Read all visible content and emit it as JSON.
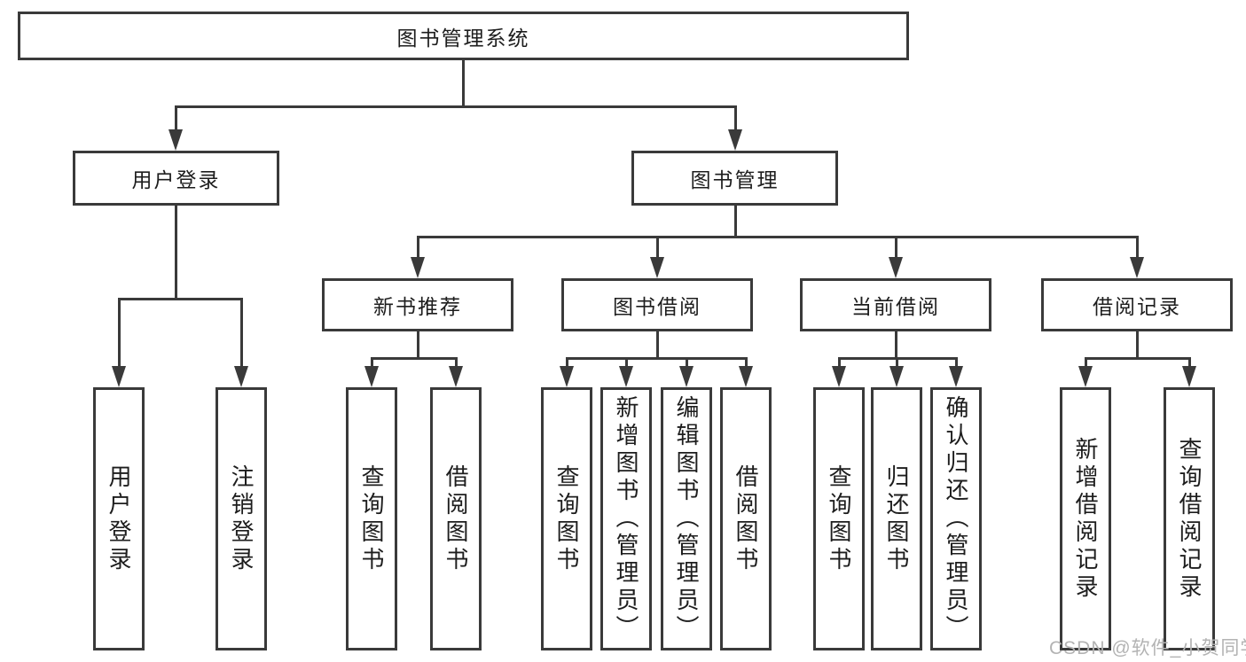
{
  "diagram": {
    "root": {
      "label": "图书管理系统"
    },
    "level2": [
      {
        "id": "user-login",
        "label": "用户登录"
      },
      {
        "id": "book-management",
        "label": "图书管理"
      }
    ],
    "level3": [
      {
        "id": "new-book-recommend",
        "label": "新书推荐"
      },
      {
        "id": "book-borrow",
        "label": "图书借阅"
      },
      {
        "id": "current-borrow",
        "label": "当前借阅"
      },
      {
        "id": "borrow-record",
        "label": "借阅记录"
      }
    ],
    "leaves": {
      "user_login": [
        "用户登录",
        "注销登录"
      ],
      "new_book_recommend": [
        "查询图书",
        "借阅图书"
      ],
      "book_borrow": [
        "查询图书",
        "新增图书（管理员）",
        "编辑图书（管理员）",
        "借阅图书"
      ],
      "current_borrow": [
        "查询图书",
        "归还图书",
        "确认归还（管理员）"
      ],
      "borrow_record": [
        "新增借阅记录",
        "查询借阅记录"
      ]
    },
    "colors": {
      "line": "#3a3a3a",
      "text": "#1d1d1d",
      "background": "#ffffff",
      "watermark": "#b3b3b3"
    }
  },
  "watermark": {
    "text": "CSDN @软件_小贺同学"
  }
}
